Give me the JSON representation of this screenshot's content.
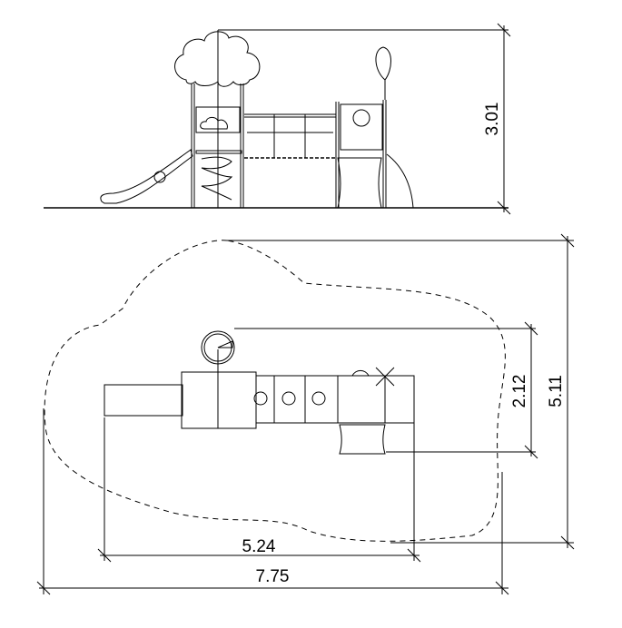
{
  "drawing": {
    "elevation": {
      "height_label": "3.01"
    },
    "plan": {
      "equipment_depth_label": "2.12",
      "safety_zone_depth_label": "5.11",
      "equipment_length_label": "5.24",
      "safety_zone_length_label": "7.75"
    }
  },
  "colors": {
    "line": "#000000",
    "background": "#ffffff"
  }
}
